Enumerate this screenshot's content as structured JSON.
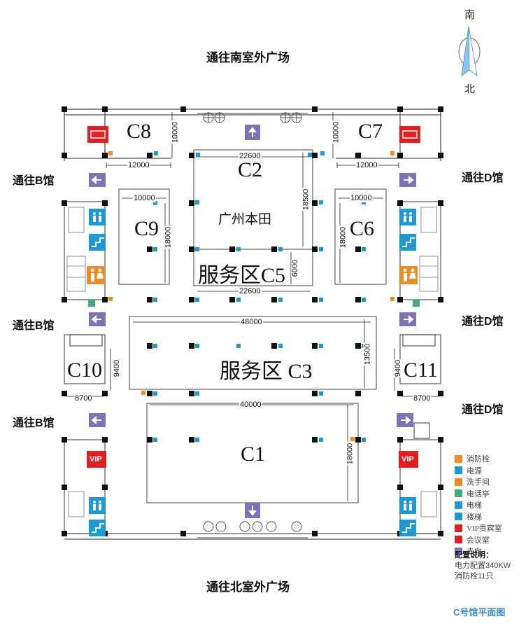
{
  "compass": {
    "north": "北",
    "south": "南"
  },
  "headers": {
    "top": "通往南室外广场",
    "bottom": "通往北室外广场"
  },
  "side_labels": {
    "left": [
      "通往B馆",
      "通往B馆",
      "通往B馆"
    ],
    "right": [
      "通往D馆",
      "通往D馆",
      "通往D馆"
    ]
  },
  "halls": {
    "c8": "C8",
    "c7": "C7",
    "c2": "C2",
    "c9": "C9",
    "c6": "C6",
    "c5": "服务区C5",
    "c3": "服务区 C3",
    "c10": "C10",
    "c11": "C11",
    "c1": "C1",
    "c2_sub": "广州本田",
    "vip": "VIP"
  },
  "dimensions": {
    "c8_w": "12000",
    "c8_h": "10000",
    "c7_w": "12000",
    "c7_h": "10000",
    "c2_w": "22600",
    "c2_h": "18500",
    "c5_w": "22600",
    "c5_h": "6000",
    "c9_w": "10000",
    "c9_h": "18000",
    "c6_w": "10000",
    "c6_h": "18000",
    "c3_w": "48000",
    "c3_h": "13500",
    "c10_w": "8700",
    "c10_h": "9400",
    "c11_w": "8700",
    "c11_h": "9400",
    "c1_w": "40000",
    "c1_h": "18000"
  },
  "legend": [
    {
      "label": "消防栓",
      "color": "#f08a24",
      "icon": "fire-hydrant-icon"
    },
    {
      "label": "电源",
      "color": "#1b9ad6",
      "icon": "power-outlet-icon"
    },
    {
      "label": "洗手间",
      "color": "#f08a24",
      "icon": "restroom-icon"
    },
    {
      "label": "电话亭",
      "color": "#3db07a",
      "icon": "phone-booth-icon"
    },
    {
      "label": "电梯",
      "color": "#1b9ad6",
      "icon": "elevator-icon"
    },
    {
      "label": "楼梯",
      "color": "#1b9ad6",
      "icon": "stairs-icon"
    },
    {
      "label": "VIP贵宾室",
      "color": "#e02020",
      "icon": "vip-room-icon"
    },
    {
      "label": "会议室",
      "color": "#e02020",
      "icon": "meeting-room-icon"
    },
    {
      "label": "去向",
      "color": "#7b74b8",
      "icon": "direction-arrow-icon"
    }
  ],
  "notes": {
    "title": "配置说明：",
    "power": "电力配置340KW",
    "hydrants": "消防栓11只"
  },
  "footer": "C号馆平面图"
}
